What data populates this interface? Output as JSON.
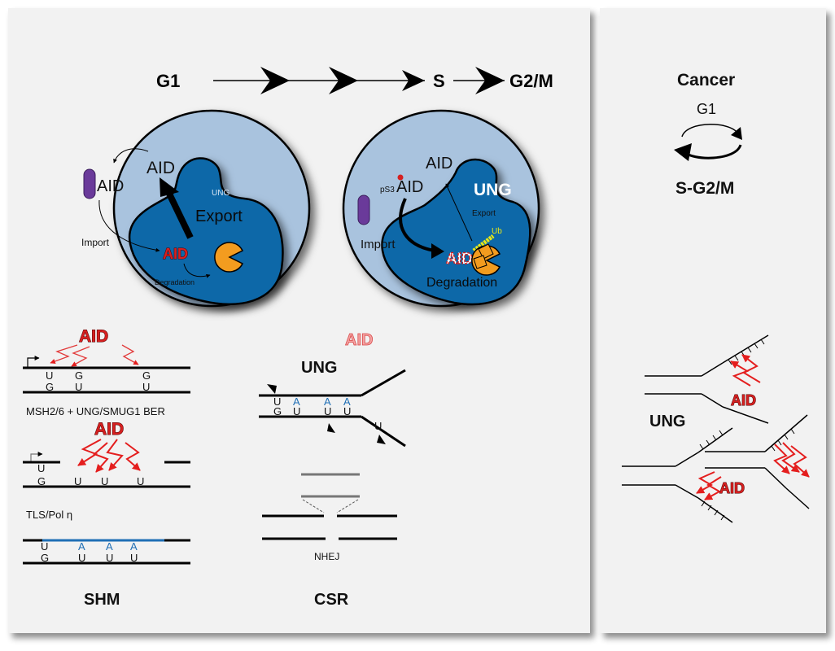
{
  "cycle": {
    "g1": "G1",
    "s": "S",
    "g2m": "G2/M"
  },
  "cell_g1": {
    "aid_cytoplasm": "AID",
    "aid_exported": "AID",
    "aid_nuclear": "AID",
    "ung": "UNG",
    "export": "Export",
    "import": "Import",
    "degradation": "Degradation"
  },
  "cell_s": {
    "ps3": "pS3",
    "aid_cytoplasm": "AID",
    "aid_exported": "AID",
    "aid_nuclear": "AID",
    "ung": "UNG",
    "export": "Export",
    "import": "Import",
    "degradation": "Degradation",
    "ub": "Ub"
  },
  "shm": {
    "aid_top": "AID",
    "pathway1": "MSH2/6 + UNG/SMUG1 BER",
    "aid_mid": "AID",
    "pathway2": "TLS/Pol η",
    "label": "SHM",
    "row1_top": [
      "U",
      "G",
      "G"
    ],
    "row1_bottom": [
      "G",
      "U",
      "U"
    ],
    "row2_top": [
      "U"
    ],
    "row2_bottom": [
      "G",
      "U",
      "U",
      "U"
    ],
    "row3_top": [
      "U",
      "A",
      "A",
      "A"
    ],
    "row3_bottom": [
      "G",
      "U",
      "U",
      "U"
    ]
  },
  "csr": {
    "aid": "AID",
    "ung": "UNG",
    "top_bases": [
      "U",
      "A",
      "A",
      "A"
    ],
    "bottom_bases": [
      "G",
      "U",
      "U",
      "U"
    ],
    "branch_base": "U",
    "nhej": "NHEJ",
    "label": "CSR"
  },
  "cancer": {
    "title": "Cancer",
    "g1": "G1",
    "sg2m": "S-G2/M",
    "ung": "UNG",
    "aid_top": "AID",
    "aid_bottom": "AID"
  },
  "colors": {
    "nucleus": "#0d68a8",
    "cytoplasm": "#a9c3de",
    "aid_red": "#d62020",
    "degradation": "#f39c1f",
    "purple": "#6a3a9a",
    "ub": "#e8e817",
    "panel": "#f2f2f2"
  }
}
